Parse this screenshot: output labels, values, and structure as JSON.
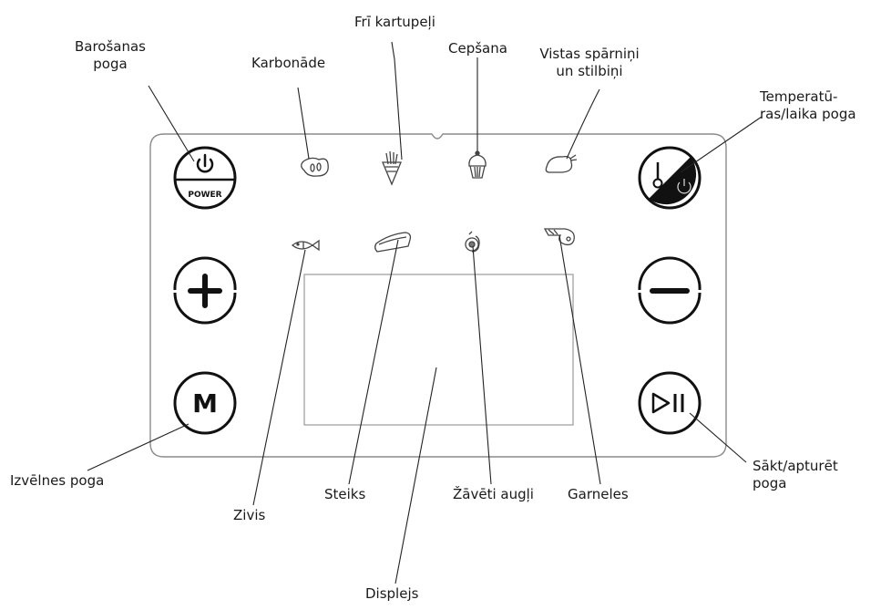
{
  "labels": {
    "power_button": [
      "Barošanas",
      "poga"
    ],
    "chop": "Karbonāde",
    "fries": "Frī kartupeļi",
    "baking": "Cepšana",
    "chicken": [
      "Vistas spārniņi",
      "un stilbiņi"
    ],
    "temp_time_button": [
      "Temperatū-",
      "ras/laika poga"
    ],
    "menu_button": "Izvēlnes poga",
    "fish": "Zivis",
    "steak": "Steiks",
    "dried_fruit": "Žāvēti augļi",
    "shrimp": "Garneles",
    "start_stop_button": [
      "Sākt/apturēt",
      "poga"
    ],
    "display": "Displejs"
  },
  "buttons": {
    "power_text": "POWER",
    "menu_glyph": "M"
  },
  "colors": {
    "outline": "#1a1a1a",
    "panel_border": "#8c8c8c",
    "display_border": "#9a9a9a",
    "temp_fill": "#111111"
  },
  "icons": [
    "power-icon",
    "chop-icon",
    "fries-icon",
    "cupcake-icon",
    "chicken-icon",
    "thermometer-icon",
    "fish-icon",
    "steak-icon",
    "fruit-icon",
    "shrimp-icon",
    "plus-icon",
    "minus-icon",
    "menu-m-icon",
    "play-pause-icon"
  ]
}
